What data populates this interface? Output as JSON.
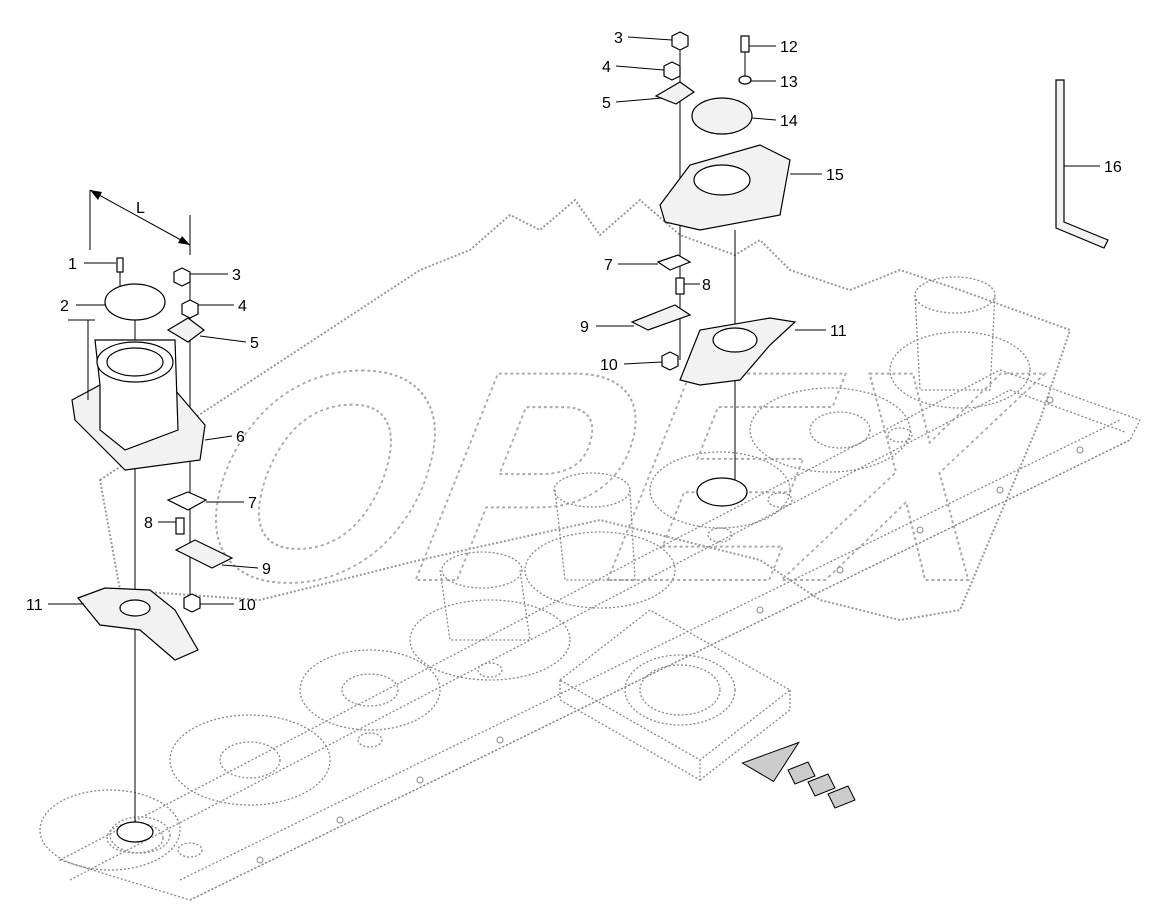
{
  "watermark": "OPEX",
  "dimension_label": "L",
  "callouts": {
    "c1": "1",
    "c2": "2",
    "c3a": "3",
    "c4a": "4",
    "c5a": "5",
    "c6": "6",
    "c7a": "7",
    "c8a": "8",
    "c9a": "9",
    "c10a": "10",
    "c11a": "11",
    "c3b": "3",
    "c4b": "4",
    "c5b": "5",
    "c12": "12",
    "c13": "13",
    "c14": "14",
    "c15": "15",
    "c16": "16",
    "c7b": "7",
    "c8b": "8",
    "c9b": "9",
    "c10b": "10",
    "c11b": "11"
  },
  "colors": {
    "line": "#000000",
    "ghost": "#888888",
    "arrow_fill": "#cccccc"
  }
}
